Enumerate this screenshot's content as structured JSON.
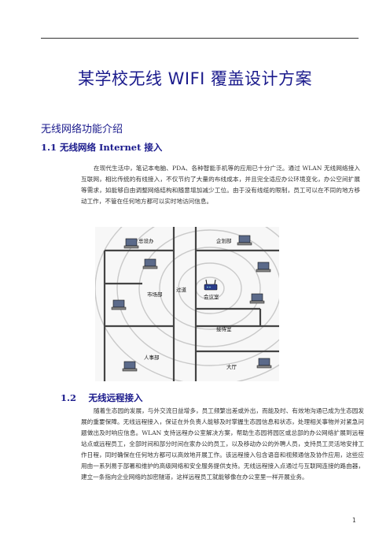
{
  "document": {
    "title": "某学校无线 WIFI 覆盖设计方案",
    "section_title": "无线网络功能介绍",
    "subsection_1": "1.1 无线网络 Internet 接入",
    "paragraph_1": "在现代生活中，笔记本电脑、PDA、各种智能手机等的应用已十分广泛。通过 WLAN 无线网络接入互联网，相比传统的有线接入，不仅节约了大量的布线成本，并且完全适应办公环境变化，办公空间扩展等需求，如能够自由调整网络结构和随意增加减少工位。由于没有线缆的限制，员工可以在不同的地方移动工作，不管在任何地方都可以实时地访问信息。",
    "subsection_2": "1.2　 无线远程接入",
    "paragraph_2": "随着生态园的发展，与外交流日益增多，员工频繁出差或外出，而能及时、有效地沟通已成为生态园发展的重要保障。无线远程接入，保证在外负责人能够及时掌握生态园信息和状态，处理相关事物并对紧急问题做出及时响应信息。WLAN 支持远程办公室解决方案，帮助生态园将园区或总部的办公网络扩展到远程站点或远程员工，全部时间和部分时间在家办公的员工，以及移动办公的外聘人员，支持员工灵活地安排工作日程，同时确保在任何地方都可以高效地开展工作。该远程接入包含语音和视频通信及协作应用，这些应用由一系列易于部署和维护的高级网络和安全服务提供支持。无线远程接入点通过与互联网连接的路由器，建立一条指向企业网络的加密隧道，这样远程员工就能够像在办公室里一样开展业务。",
    "page_number": "1"
  },
  "diagram": {
    "rooms": {
      "general_office": "总设办",
      "planning_dept": "企划部",
      "marketing_dept": "市场部",
      "corridor": "过道",
      "meeting_room": "会议室",
      "reception_room": "接待室",
      "hr_dept": "人事部",
      "lobby": "大厅"
    },
    "icons": [
      "laptop-icon",
      "wireless-router-icon"
    ]
  }
}
